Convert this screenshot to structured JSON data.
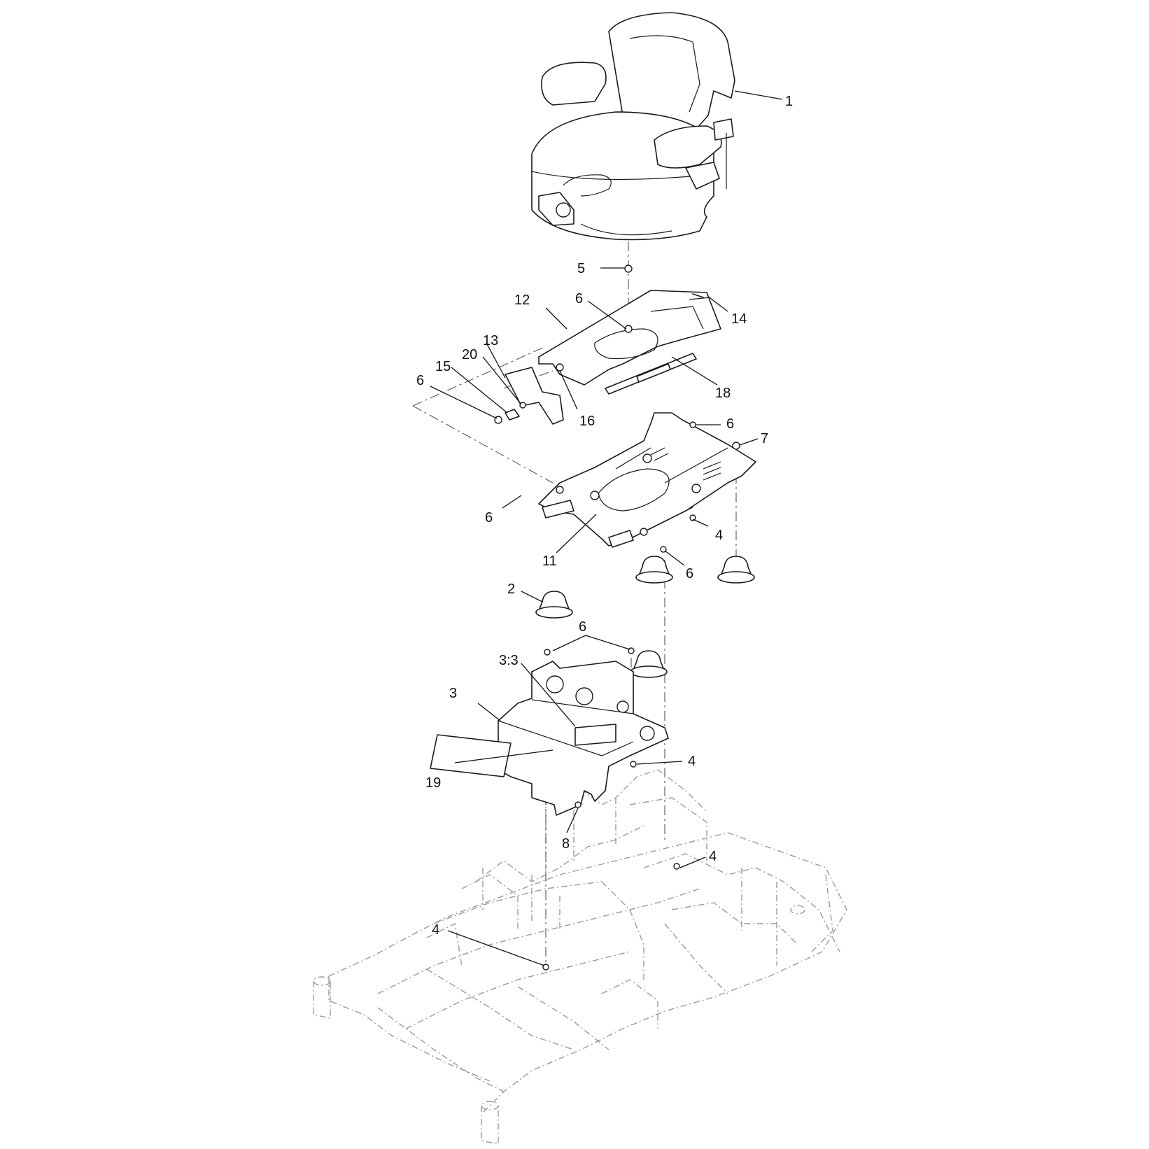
{
  "callouts": {
    "c1": "1",
    "c2": "2",
    "c3": "3",
    "c3_3": "3:3",
    "c4a": "4",
    "c4b": "4",
    "c4c": "4",
    "c4d": "4",
    "c5": "5",
    "c6a": "6",
    "c6b": "6",
    "c6c": "6",
    "c6d": "6",
    "c6e": "6",
    "c6f": "6",
    "c7": "7",
    "c8": "8",
    "c11": "11",
    "c12": "12",
    "c13": "13",
    "c14": "14",
    "c15": "15",
    "c16": "16",
    "c18": "18",
    "c19": "19",
    "c20": "20"
  }
}
